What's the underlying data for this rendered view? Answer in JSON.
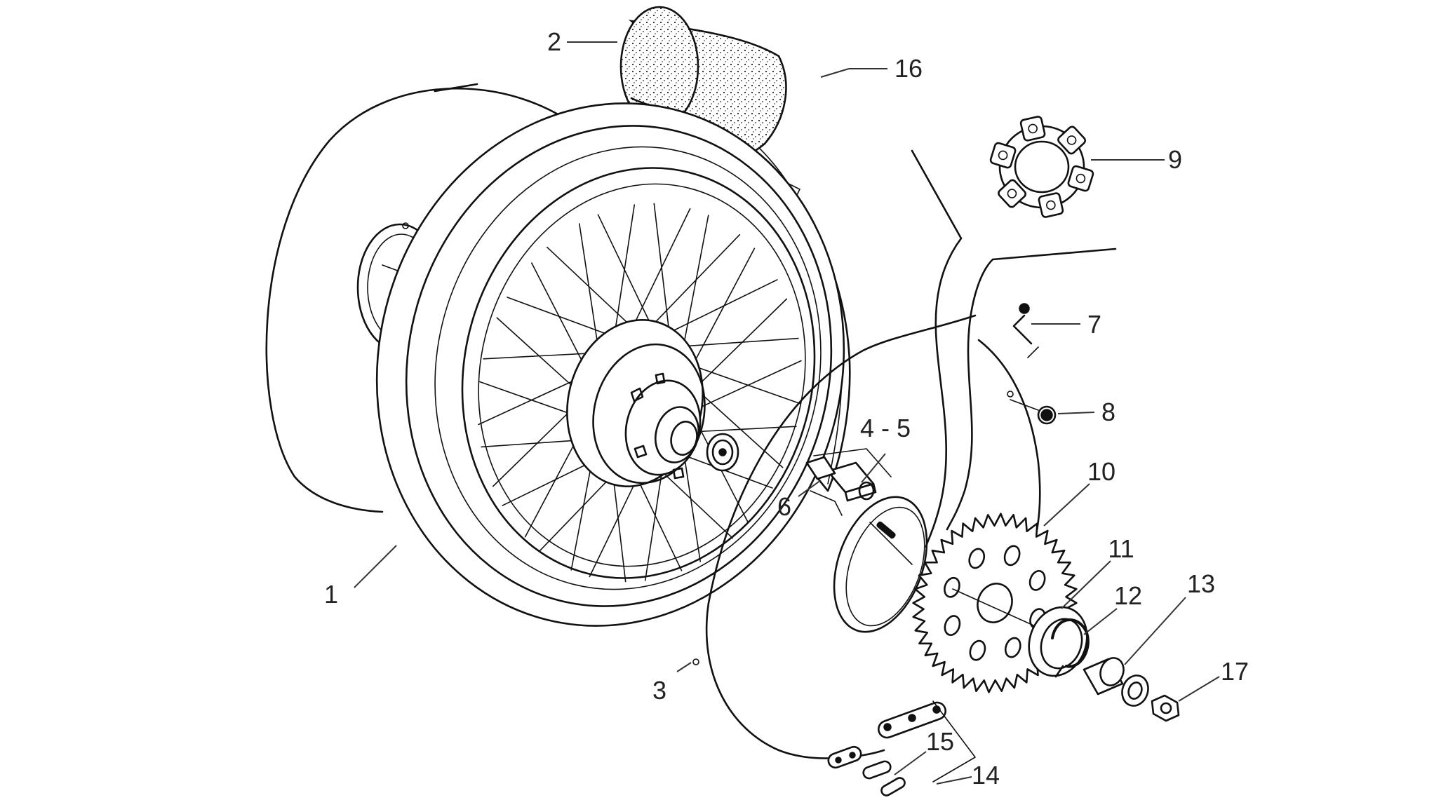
{
  "diagram": {
    "callouts": [
      {
        "id": "c1",
        "label": "1"
      },
      {
        "id": "c2",
        "label": "2"
      },
      {
        "id": "c3",
        "label": "3"
      },
      {
        "id": "c45",
        "label": "4 - 5"
      },
      {
        "id": "c6",
        "label": "6"
      },
      {
        "id": "c7",
        "label": "7"
      },
      {
        "id": "c8",
        "label": "8"
      },
      {
        "id": "c9",
        "label": "9"
      },
      {
        "id": "c10",
        "label": "10"
      },
      {
        "id": "c11",
        "label": "11"
      },
      {
        "id": "c12",
        "label": "12"
      },
      {
        "id": "c13",
        "label": "13"
      },
      {
        "id": "c14",
        "label": "14"
      },
      {
        "id": "c15",
        "label": "15"
      },
      {
        "id": "c16",
        "label": "16"
      },
      {
        "id": "c17",
        "label": "17"
      }
    ]
  }
}
